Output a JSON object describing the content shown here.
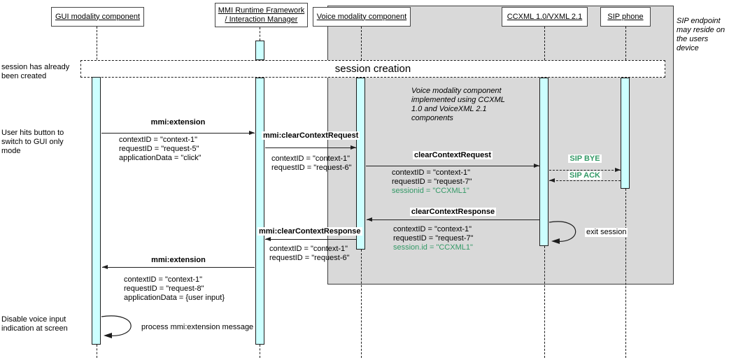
{
  "diagram": {
    "title_hint": "MMI sequence diagram",
    "actors": [
      {
        "label": "GUI modality component"
      },
      {
        "label": "MMI Runtime Framework",
        "label2": "/ Interaction Manager"
      },
      {
        "label": "Voice modality component"
      },
      {
        "label": "CCXML 1.0/VXML 2.1"
      },
      {
        "label": "SIP phone"
      }
    ],
    "band_label": "session creation",
    "left_notes": [
      "session has already been created",
      "User hits button to switch to GUI only mode",
      "Disable voice input indication at screen"
    ],
    "side_note": "SIP endpoint may reside on the users device",
    "gray_note": "Voice modality component implemented using CCXML 1.0 and VoiceXML 2.1 components",
    "messages": {
      "m1": {
        "name": "mmi:extension",
        "params": [
          "contextID = \"context-1\"",
          "requestID = \"request-5\"",
          "applicationData = \"click\""
        ]
      },
      "m2": {
        "name": "mmi:clearContextRequest",
        "params": [
          "contextID = \"context-1\"",
          "requestID = \"request-6\""
        ]
      },
      "m3": {
        "name": "clearContextRequest",
        "params": [
          "contextID = \"context-1\"",
          "requestID = \"request-7\"",
          "sessionid = \"CCXML1\""
        ]
      },
      "m4": {
        "name": "SIP BYE"
      },
      "m5": {
        "name": "SIP ACK"
      },
      "m6": {
        "name": "clearContextResponse",
        "params": [
          "contextID = \"context-1\"",
          "requestID = \"request-7\"",
          "session.id = \"CCXML1\""
        ]
      },
      "m7": {
        "name": "exit session"
      },
      "m8": {
        "name": "mmi:clearContextResponse",
        "params": [
          "contextID = \"context-1\"",
          "requestID = \"request-6\""
        ]
      },
      "m9": {
        "name": "mmi:extension",
        "params": [
          "contextID = \"context-1\"",
          "requestID = \"request-8\"",
          "applicationData = {user input}"
        ]
      },
      "m10": {
        "name": "process mmi:extension message"
      }
    },
    "colors": {
      "activation_fill": "#ccffff",
      "region_fill": "#d9d9d9",
      "sip_green": "#339966"
    }
  }
}
